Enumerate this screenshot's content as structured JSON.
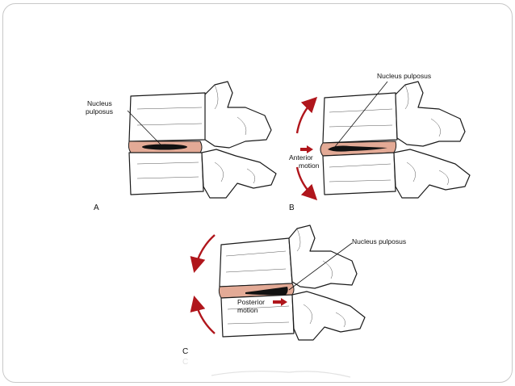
{
  "figure": {
    "panel_a": {
      "letter": "A",
      "label_line1": "Nucleus",
      "label_line2": "pulposus"
    },
    "panel_b": {
      "letter": "B",
      "label": "Nucleus pulposus",
      "motion_line1": "Anterior",
      "motion_line2": "motion"
    },
    "panel_c": {
      "letter": "C",
      "reflection_letter": "C",
      "label": "Nucleus pulposus",
      "motion_line1": "Posterior",
      "motion_line2": "motion"
    }
  },
  "colors": {
    "disc": "#e3aa96",
    "arrow": "#b0161c",
    "nucleus": "#111111"
  }
}
